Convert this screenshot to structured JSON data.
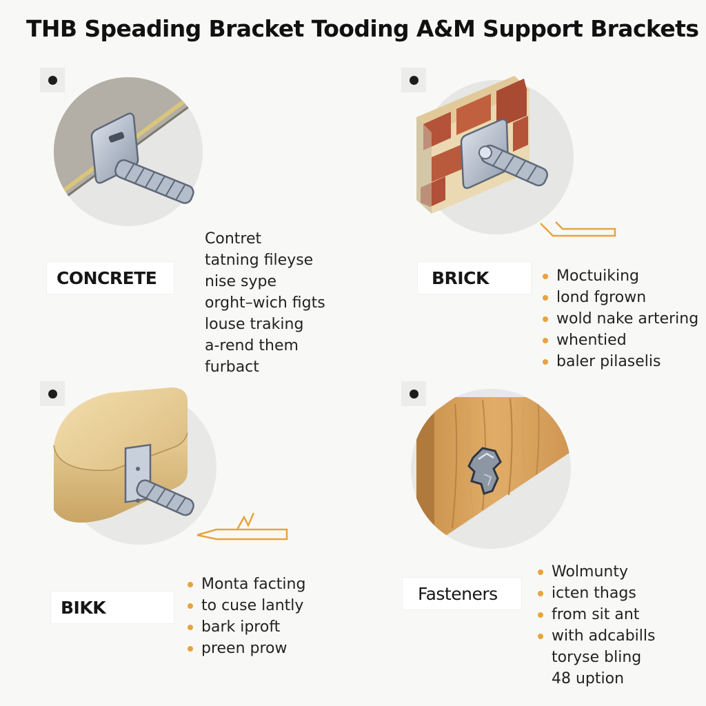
{
  "title": "THB Speading Bracket Tooding A&M Support Brackets",
  "colors": {
    "accent": "#e8a33c",
    "concrete": "#b9b5ad",
    "brick": "#b4523a",
    "mortar": "#ead9b2",
    "wood": "#d9a760",
    "steel": "#aeb8c6"
  },
  "panels": {
    "concrete": {
      "icon": "concrete-bracket-icon",
      "label": "CONCRETE",
      "lines": [
        "Contret",
        "tatning fileyse",
        "nise sype",
        "orght–wich figts",
        "louse traking",
        "a-rend them",
        "furbact"
      ]
    },
    "brick": {
      "icon": "brick-bracket-icon",
      "label": "BRICK",
      "lines": [
        "Moctuiking",
        "lond fgrown",
        "wold nake artering",
        "whentied",
        "baler pilaselis"
      ]
    },
    "bikk": {
      "icon": "block-bracket-icon",
      "label": "BIKK",
      "lines": [
        "Monta facting",
        "to cuse lantly",
        "bark iproft",
        "preen prow"
      ]
    },
    "fasteners": {
      "icon": "wood-fastener-icon",
      "label": "Fasteners",
      "lines": [
        "Wolmunty",
        "icten thags",
        "from sit ant",
        "with adcabills",
        "toryse bling",
        "48 uption"
      ]
    }
  }
}
